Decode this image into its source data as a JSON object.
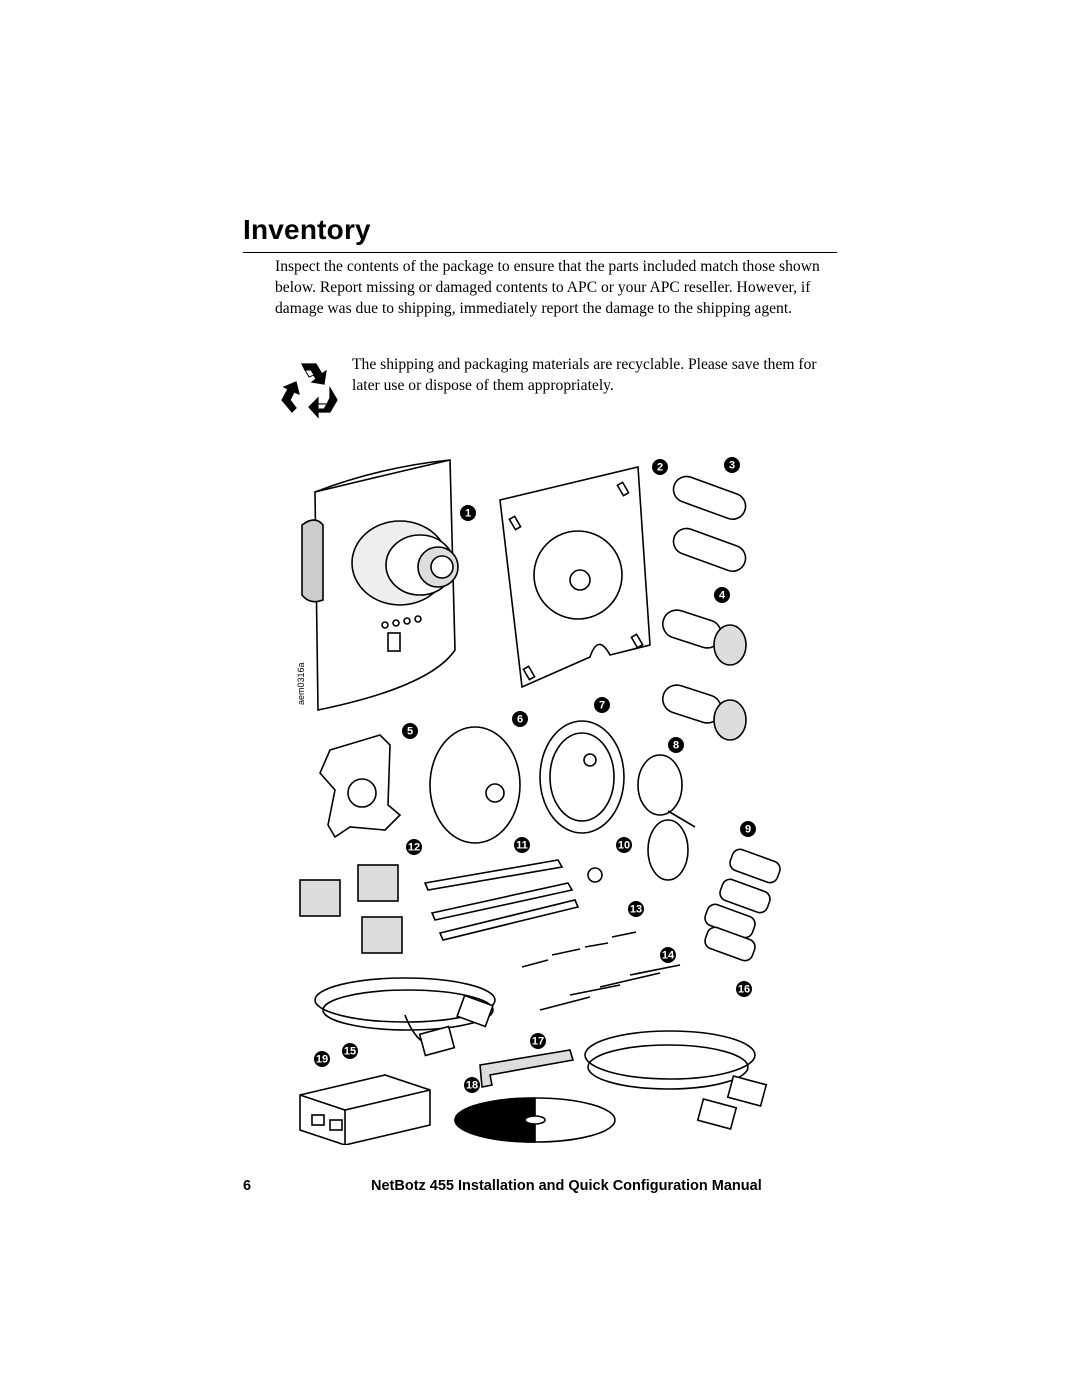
{
  "page": {
    "heading": "Inventory",
    "intro": "Inspect the contents of the package to ensure that the parts included match those shown below. Report missing or damaged contents to APC or your APC reseller. However, if damage was due to shipping, immediately report the damage to the shipping agent.",
    "recycle_note": "The shipping and packaging materials are recyclable. Please save them for later use or dispose of them appropriately.",
    "recycle_icon": "recycle-icon"
  },
  "figure": {
    "code": "aem0316a",
    "callouts": [
      "1",
      "2",
      "3",
      "4",
      "5",
      "6",
      "7",
      "8",
      "9",
      "10",
      "11",
      "12",
      "13",
      "14",
      "15",
      "16",
      "17",
      "18",
      "19"
    ]
  },
  "footer": {
    "page_number": "6",
    "title": "NetBotz 455 Installation and Quick Configuration Manual"
  }
}
